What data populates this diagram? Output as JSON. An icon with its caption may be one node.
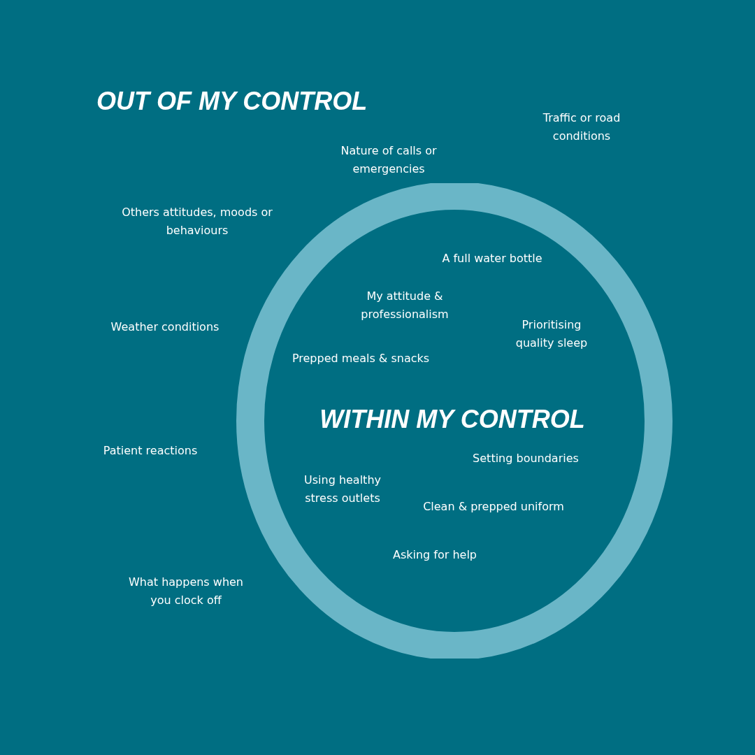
{
  "diagram": {
    "nodes": [
      {
        "text": [
          "A full water bottle",
          "My attitude & professionalism",
          "Prioritising quality sleep",
          "Prepped meals & snacks",
          "WITHIN MY CONTROL",
          "Setting boundaries",
          "Using healthy stress outlets",
          "Clean & prepped uniform",
          "Asking for help"
        ]
      }
    ],
    "labels": [
      "OUT OF MY CONTROL",
      "Traffic or road conditions",
      "Nature of calls or emergencies",
      "Others attitudes, moods or behaviours",
      "Weather conditions",
      "Patient reactions",
      "What happens when you clock off"
    ]
  }
}
